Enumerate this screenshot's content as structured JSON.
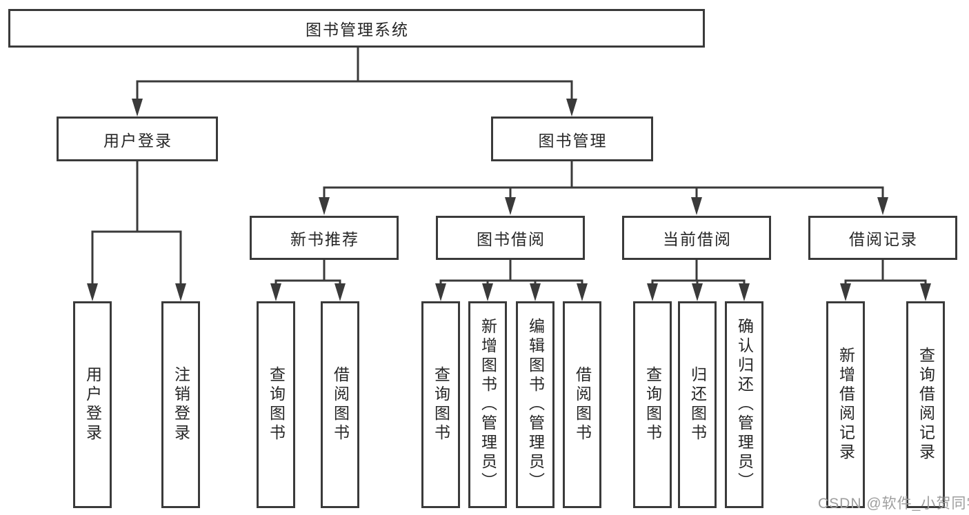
{
  "diagram": {
    "type": "org-tree",
    "colors": {
      "line": "#3a3a3a",
      "box_border": "#3a3a3a",
      "text": "#262626",
      "watermark": "#9e9e9e",
      "background": "#ffffff"
    }
  },
  "tree": {
    "root": {
      "label": "图书管理系统"
    },
    "children": [
      {
        "label": "用户登录",
        "children": [
          {
            "label": "用户登录"
          },
          {
            "label": "注销登录"
          }
        ]
      },
      {
        "label": "图书管理",
        "children": [
          {
            "label": "新书推荐",
            "children": [
              {
                "label": "查询图书"
              },
              {
                "label": "借阅图书"
              }
            ]
          },
          {
            "label": "图书借阅",
            "children": [
              {
                "label": "查询图书"
              },
              {
                "label": "新增图书（管理员）"
              },
              {
                "label": "编辑图书（管理员）"
              },
              {
                "label": "借阅图书"
              }
            ]
          },
          {
            "label": "当前借阅",
            "children": [
              {
                "label": "查询图书"
              },
              {
                "label": "归还图书"
              },
              {
                "label": "确认归还（管理员）"
              }
            ]
          },
          {
            "label": "借阅记录",
            "children": [
              {
                "label": "新增借阅记录"
              },
              {
                "label": "查询借阅记录"
              }
            ]
          }
        ]
      }
    ]
  },
  "watermark": {
    "text": "CSDN @软件_小贺同学"
  }
}
